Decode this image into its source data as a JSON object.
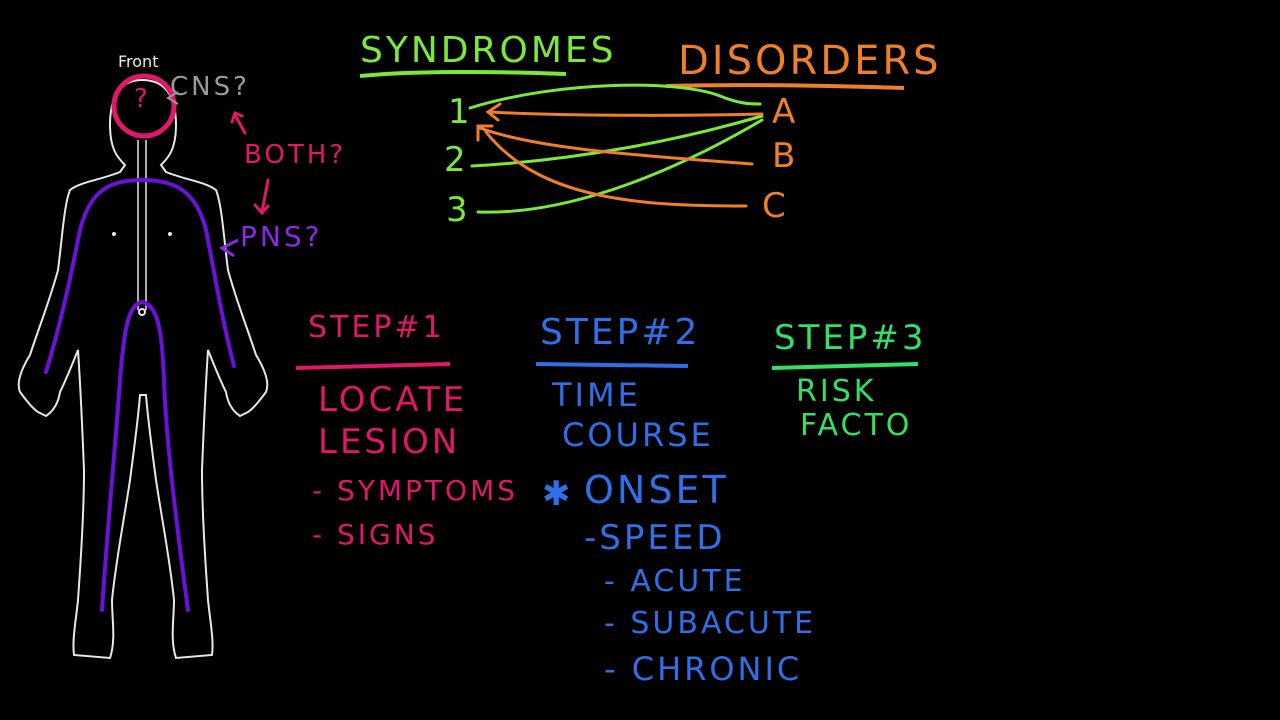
{
  "figure": {
    "label": "Front",
    "annotations": {
      "cns": "CNS?",
      "both": "BOTH?",
      "pns": "PNS?",
      "brain_mark": "?"
    }
  },
  "mapping": {
    "left_title": "SYNDROMES",
    "right_title": "DISORDERS",
    "syndromes": [
      "1",
      "2",
      "3"
    ],
    "disorders": [
      "A",
      "B",
      "C"
    ]
  },
  "steps": [
    {
      "title": "STEP#1",
      "lines": [
        "LOCATE",
        "LESION"
      ],
      "bullets": [
        "- SYMPTOMS",
        "- SIGNS"
      ]
    },
    {
      "title": "STEP#2",
      "lines": [
        "TIME",
        "COURSE"
      ],
      "star_item": "ONSET",
      "sub": "-SPEED",
      "bullets": [
        "- ACUTE",
        "- SUBACUTE",
        "- CHRONIC"
      ]
    },
    {
      "title": "STEP#3",
      "lines": [
        "RISK",
        "FACTO"
      ]
    }
  ],
  "colors": {
    "green": "#7be83a",
    "orange": "#f07f2a",
    "pink": "#e0186a",
    "blue": "#2f6fe8",
    "step3": "#33e066",
    "purple": "#6a12d6",
    "outline": "#e8e8e8",
    "gray": "#9a9a9a"
  }
}
